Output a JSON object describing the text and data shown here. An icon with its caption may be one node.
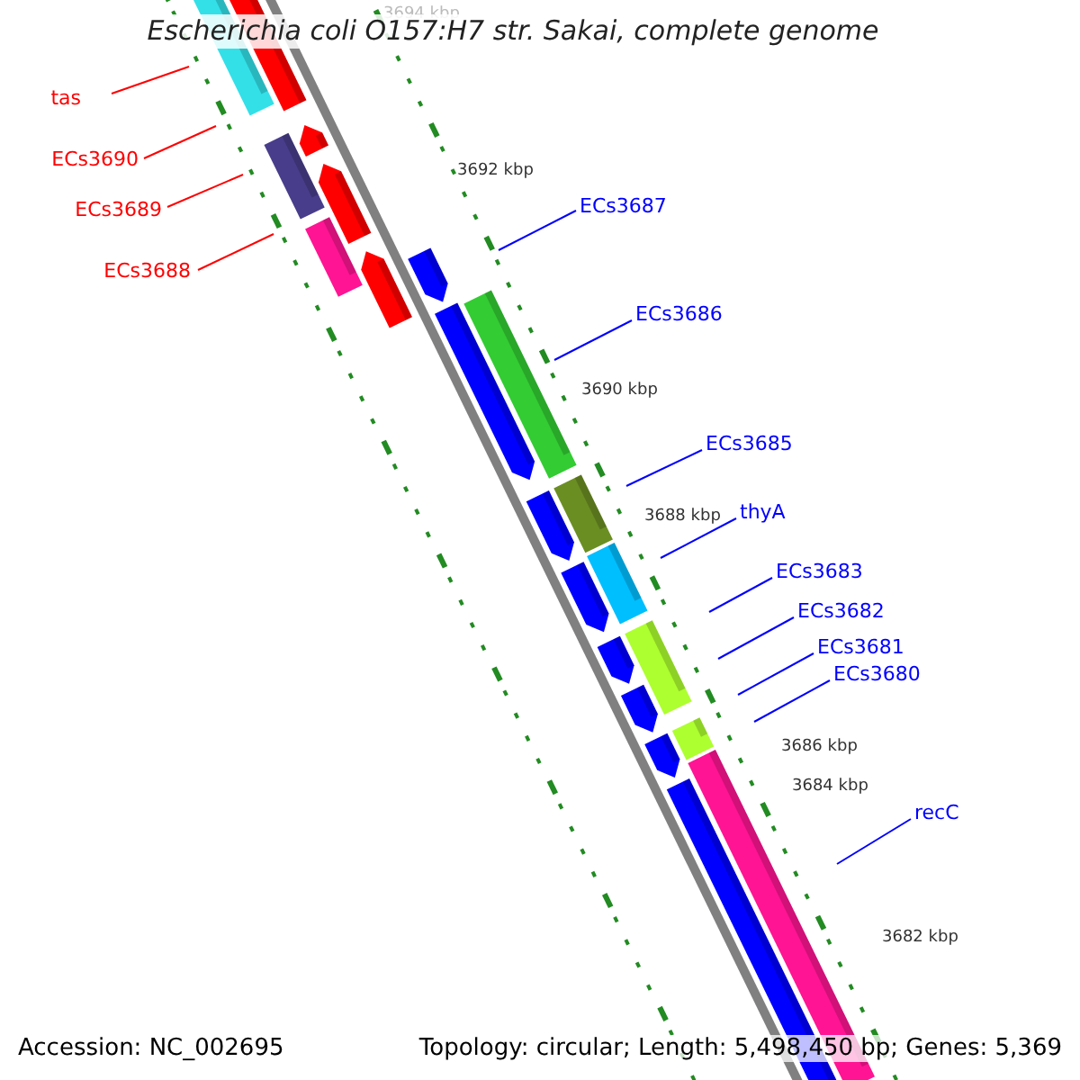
{
  "diagram": {
    "title": "Escherichia coli O157:H7 str. Sakai, complete genome",
    "nodes": [
      {
        "text": [
          "tas"
        ]
      },
      {
        "text": [
          "ECs3690"
        ]
      },
      {
        "text": [
          "ECs3689"
        ]
      },
      {
        "text": [
          "ECs3688"
        ]
      },
      {
        "text": [
          "ECs3687"
        ]
      },
      {
        "text": [
          "ECs3686"
        ]
      },
      {
        "text": [
          "ECs3685"
        ]
      },
      {
        "text": [
          "thyA"
        ]
      },
      {
        "text": [
          "ECs3683"
        ]
      },
      {
        "text": [
          "ECs3682"
        ]
      },
      {
        "text": [
          "ECs3681"
        ]
      },
      {
        "text": [
          "ECs3680"
        ]
      },
      {
        "text": [
          "recC"
        ]
      }
    ],
    "edges": [
      {
        "from": 0,
        "to": null,
        "arrow": "none",
        "color": "#ff0000"
      },
      {
        "from": 1,
        "to": null,
        "arrow": "none",
        "color": "#ff0000"
      },
      {
        "from": 2,
        "to": null,
        "arrow": "none",
        "color": "#ff0000"
      },
      {
        "from": 3,
        "to": null,
        "arrow": "none",
        "color": "#ff0000"
      },
      {
        "from": 4,
        "to": null,
        "arrow": "none"
      },
      {
        "from": 5,
        "to": null,
        "arrow": "none"
      },
      {
        "from": 6,
        "to": null,
        "arrow": "none"
      },
      {
        "from": 7,
        "to": null,
        "arrow": "none"
      },
      {
        "from": 8,
        "to": null,
        "arrow": "none"
      },
      {
        "from": 9,
        "to": null,
        "arrow": "none"
      },
      {
        "from": 10,
        "to": null,
        "arrow": "none"
      },
      {
        "from": 11,
        "to": null,
        "arrow": "none"
      },
      {
        "from": 12,
        "to": null,
        "arrow": "none"
      }
    ],
    "labels": [
      "3694 kbp",
      "3692 kbp",
      "3690 kbp",
      "3688 kbp",
      "3686 kbp",
      "3684 kbp",
      "3682 kbp",
      "Accession: NC_002695",
      "Topology: circular; Length: 5,498,450 bp; Genes: 5,369"
    ]
  }
}
